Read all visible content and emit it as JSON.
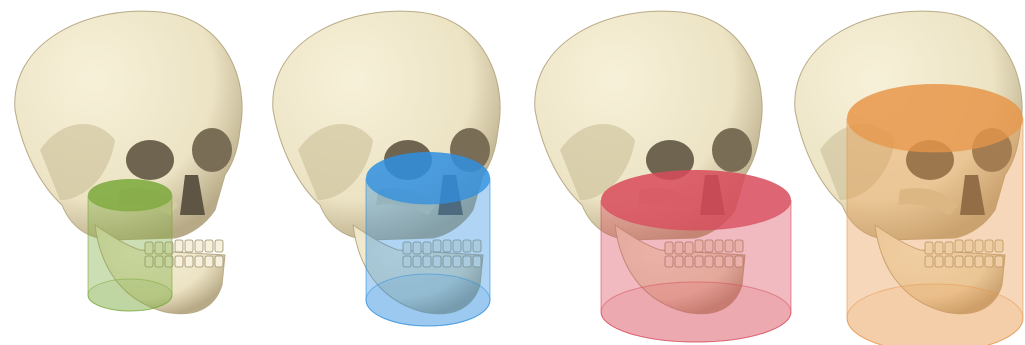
{
  "figure": {
    "panels": [
      {
        "fov_label": "",
        "cylinder_color": "#7aa83a",
        "coverage_level": 0.22
      },
      {
        "fov_label": "",
        "cylinder_color": "#2f8fe0",
        "coverage_level": 0.45
      },
      {
        "fov_label": "",
        "cylinder_color": "#d84a5a",
        "coverage_level": 0.55
      },
      {
        "fov_label": "",
        "cylinder_color": "#e8964a",
        "coverage_level": 0.85
      }
    ],
    "bone_color": "#ece3c4",
    "bone_shadow": "#b8aa86",
    "tooth_color": "#f6f0dc"
  }
}
